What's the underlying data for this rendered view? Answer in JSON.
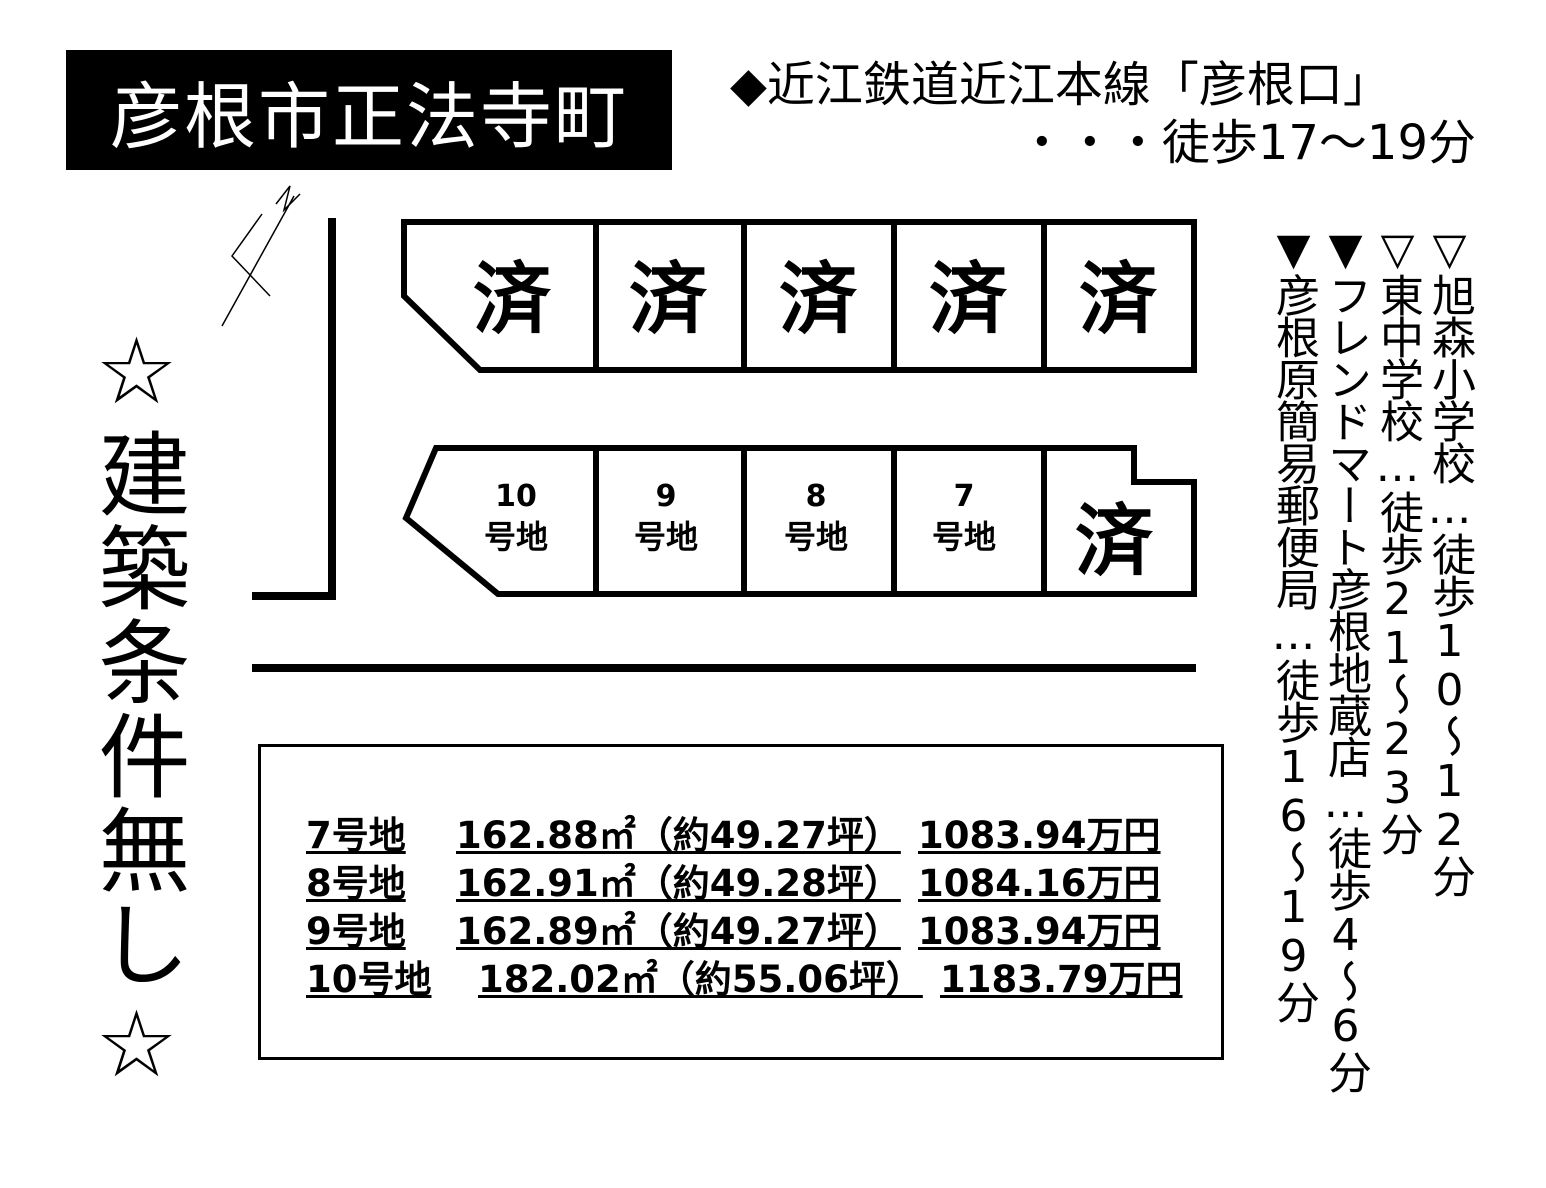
{
  "title": "彦根市正法寺町",
  "station": {
    "line": "◆近江鉄道近江本線「彦根口」",
    "walk": "・・・徒歩17～19分"
  },
  "building_condition": "☆建築条件無し☆",
  "poi": [
    "▽旭森小学校…徒歩10～12分",
    "▽東中学校…徒歩21～23分",
    "▼フレンドマート彦根地蔵店…徒歩4～6分",
    "▼彦根原簡易郵便局…徒歩16～19分"
  ],
  "north_mark": "N",
  "lots": {
    "sold_label": "済",
    "top_row": [
      "済",
      "済",
      "済",
      "済",
      "済"
    ],
    "bottom_row": [
      {
        "num": "10",
        "label": "号地"
      },
      {
        "num": "9",
        "label": "号地"
      },
      {
        "num": "8",
        "label": "号地"
      },
      {
        "num": "7",
        "label": "号地"
      },
      {
        "num": "",
        "label": "済"
      }
    ]
  },
  "prices": [
    {
      "lot": "7号地",
      "area": "162.88㎡（約49.27坪）",
      "price": "1083.94万円"
    },
    {
      "lot": "8号地",
      "area": "162.91㎡（約49.28坪）",
      "price": "1084.16万円"
    },
    {
      "lot": "9号地",
      "area": "162.89㎡（約49.27坪）",
      "price": "1083.94万円"
    },
    {
      "lot": "10号地",
      "area": "182.02㎡（約55.06坪）",
      "price": "1183.79万円"
    }
  ]
}
